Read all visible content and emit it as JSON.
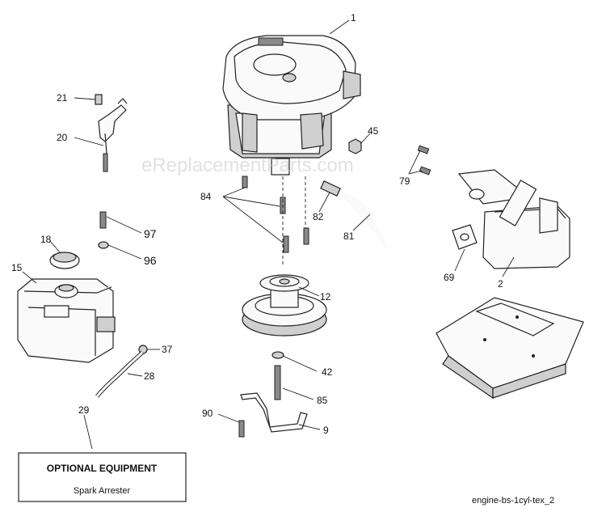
{
  "watermark": "eReplacementParts.com",
  "callouts": {
    "c1": "1",
    "c2": "2",
    "c9": "9",
    "c12": "12",
    "c15": "15",
    "c18": "18",
    "c20": "20",
    "c21": "21",
    "c28": "28",
    "c29": "29",
    "c37": "37",
    "c42": "42",
    "c45": "45",
    "c69": "69",
    "c79": "79",
    "c81": "81",
    "c82": "82",
    "c84": "84",
    "c85": "85",
    "c90": "90",
    "c96": "96",
    "c97": "97"
  },
  "optional_box": {
    "title": "OPTIONAL EQUIPMENT",
    "item": "Spark Arrester"
  },
  "diagram_id": "engine-bs-1cyl-tex_2"
}
